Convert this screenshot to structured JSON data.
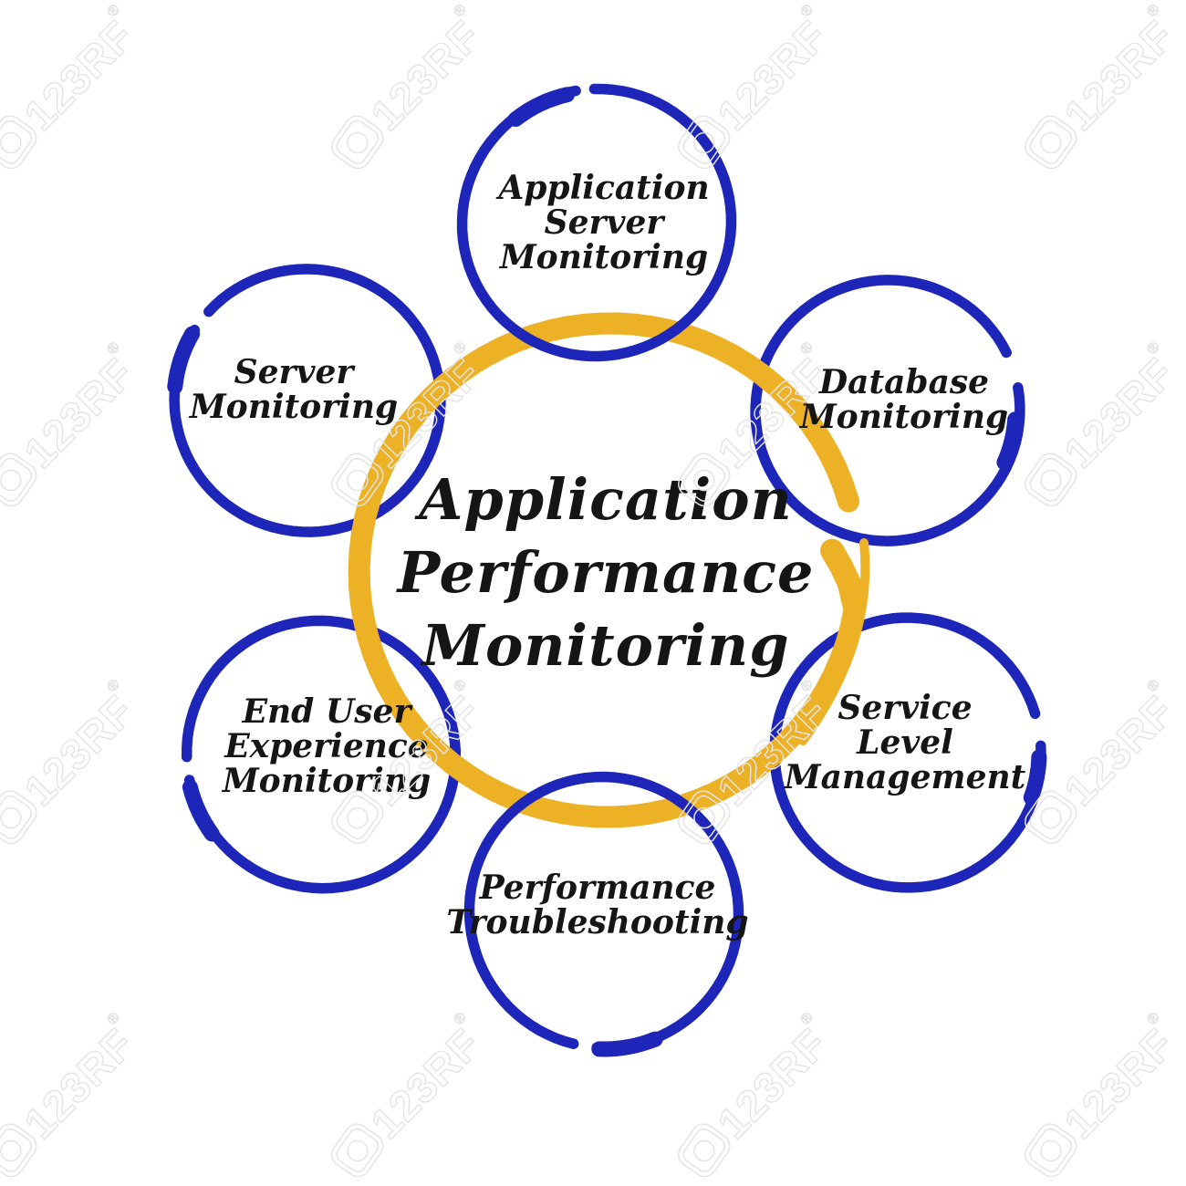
{
  "colors": {
    "blue": "#1d26b9",
    "yellow": "#ecb125",
    "text": "#151515",
    "watermark": "#e4e4e4"
  },
  "center": {
    "label": "Application Performance Monitoring",
    "lines": [
      "Application",
      "Performance",
      "Monitoring"
    ]
  },
  "nodes": [
    {
      "id": "application-server-monitoring",
      "label": "Application Server Monitoring",
      "lines": [
        "Application",
        "Server",
        "Monitoring"
      ]
    },
    {
      "id": "database-monitoring",
      "label": "Database Monitoring",
      "lines": [
        "Database",
        "Monitoring"
      ]
    },
    {
      "id": "server-monitoring",
      "label": "Server Monitoring",
      "lines": [
        "Server",
        "Monitoring"
      ]
    },
    {
      "id": "end-user-experience-monitoring",
      "label": "End User Experience Monitoring",
      "lines": [
        "End User",
        "Experience",
        "Monitoring"
      ]
    },
    {
      "id": "performance-troubleshooting",
      "label": "Performance Troubleshooting",
      "lines": [
        "Performance",
        "Troubleshooting"
      ]
    },
    {
      "id": "service-level-management",
      "label": "Service Level Management",
      "lines": [
        "Service",
        "Level",
        "Management"
      ]
    }
  ],
  "watermark": {
    "brand": "123RF",
    "registered": "®"
  }
}
